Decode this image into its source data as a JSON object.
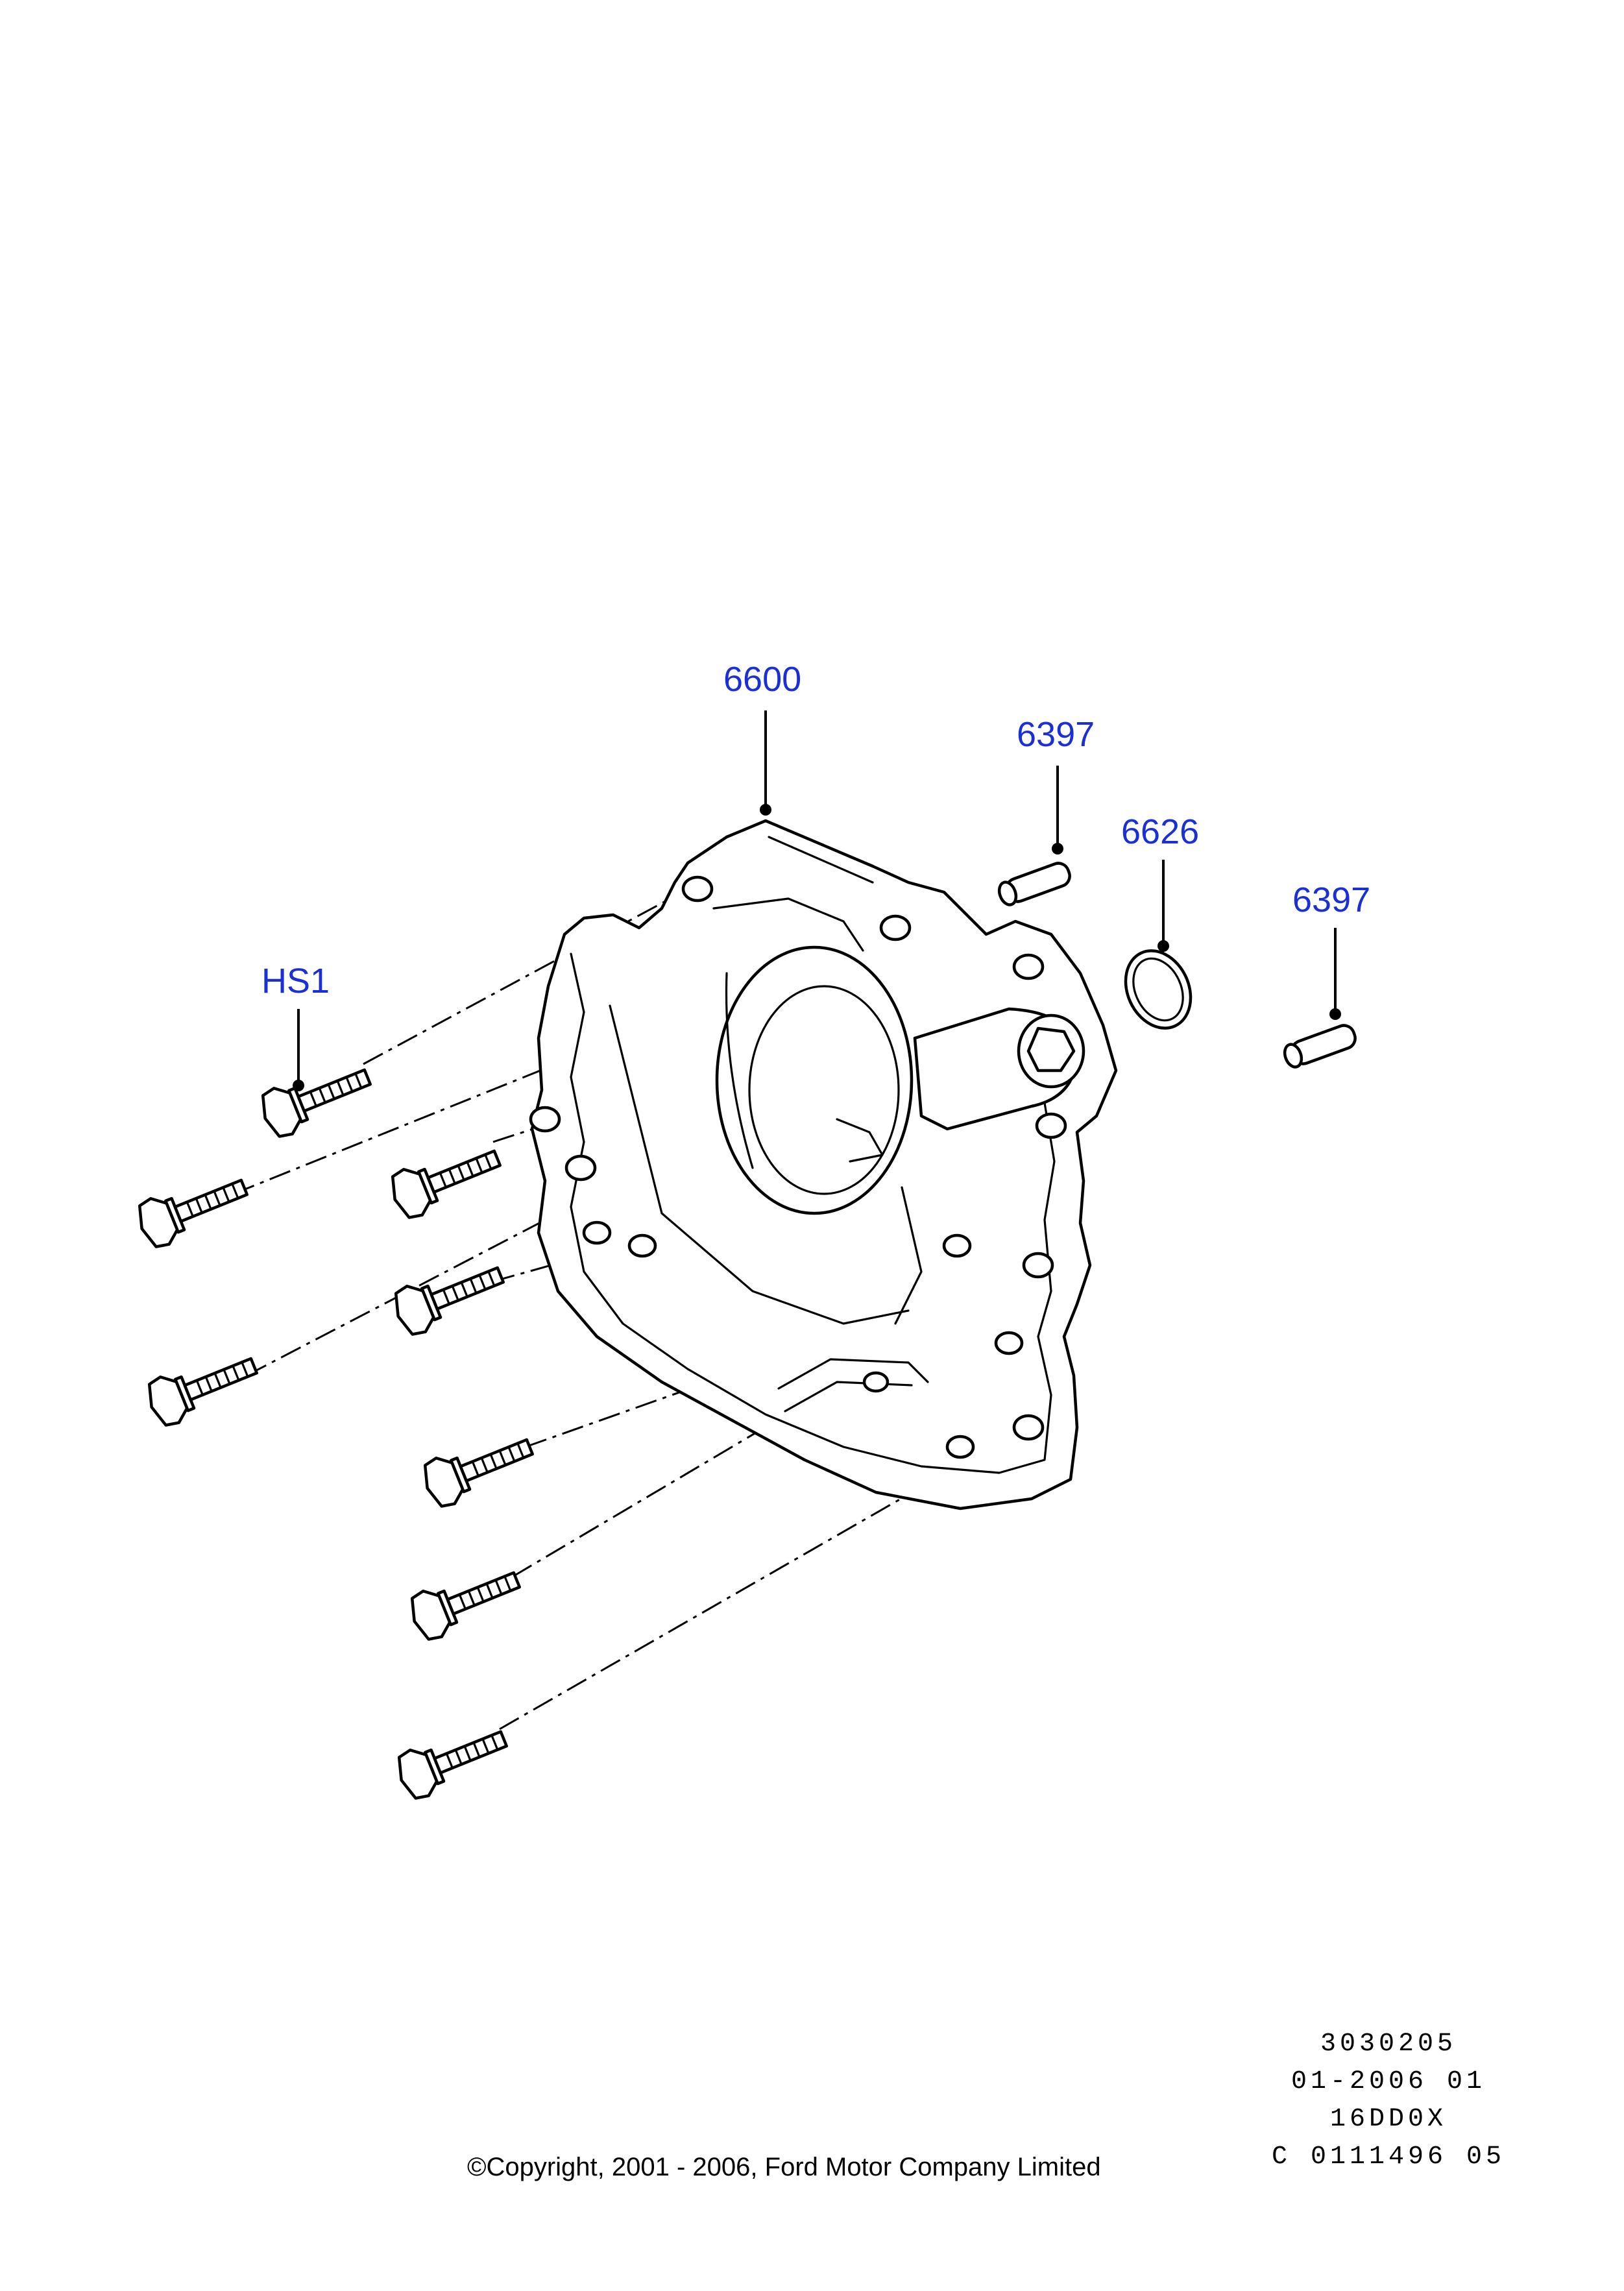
{
  "callouts": [
    {
      "id": "oil_pump_housing",
      "label": "6600"
    },
    {
      "id": "dowel_upper",
      "label": "6397"
    },
    {
      "id": "o_ring",
      "label": "6626"
    },
    {
      "id": "dowel_right",
      "label": "6397"
    },
    {
      "id": "bolt_hs1",
      "label": "HS1"
    }
  ],
  "reference": {
    "code_1": "3030205",
    "code_2": "01-2006 01",
    "code_3": "16DD0X",
    "code_4": "C 0111496 05"
  },
  "copyright": "©Copyright, 2001 - 2006, Ford Motor Company Limited",
  "icons": [
    "bolt-icon",
    "dowel-icon",
    "o-ring-icon",
    "pump-housing-icon"
  ]
}
